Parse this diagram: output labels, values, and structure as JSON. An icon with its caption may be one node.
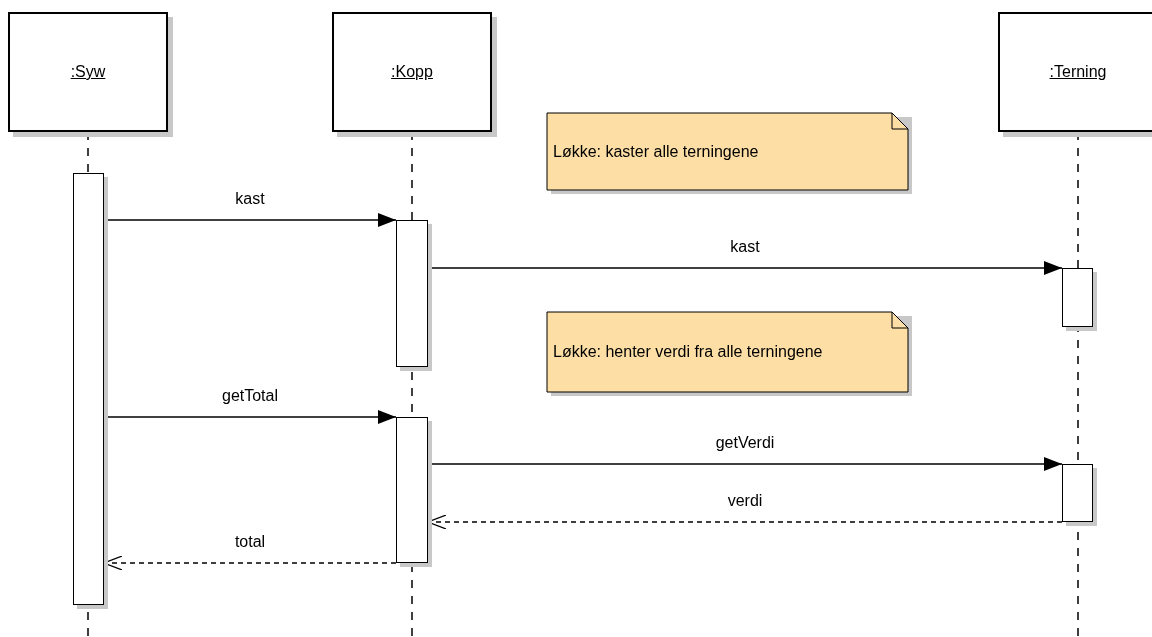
{
  "diagram": {
    "nodes": [
      {
        "text": [
          ":Syw"
        ]
      },
      {
        "text": [
          ":Kopp"
        ]
      },
      {
        "text": [
          ":Terning"
        ]
      },
      {
        "text": [
          "Løkke: kaster alle terningene"
        ]
      },
      {
        "text": [
          "Løkke: henter verdi fra alle terningene"
        ]
      },
      {
        "text": [],
        "shape": "bar"
      },
      {
        "text": [],
        "shape": "bar"
      },
      {
        "text": [],
        "shape": "bar"
      },
      {
        "text": [],
        "shape": "bar"
      },
      {
        "text": [],
        "shape": "bar"
      }
    ],
    "edges": [
      {
        "from": 5,
        "to": 6,
        "arrow": "to",
        "label": "kast"
      },
      {
        "from": 6,
        "to": 7,
        "arrow": "to",
        "label": "kast"
      },
      {
        "from": 5,
        "to": 8,
        "arrow": "to",
        "label": "getTotal"
      },
      {
        "from": 8,
        "to": 9,
        "arrow": "to",
        "label": "getVerdi"
      },
      {
        "from": 9,
        "to": 8,
        "arrow": "to",
        "label": "verdi",
        "style": "dashed"
      },
      {
        "from": 8,
        "to": 5,
        "arrow": "to",
        "label": "total",
        "style": "dashed"
      }
    ]
  }
}
